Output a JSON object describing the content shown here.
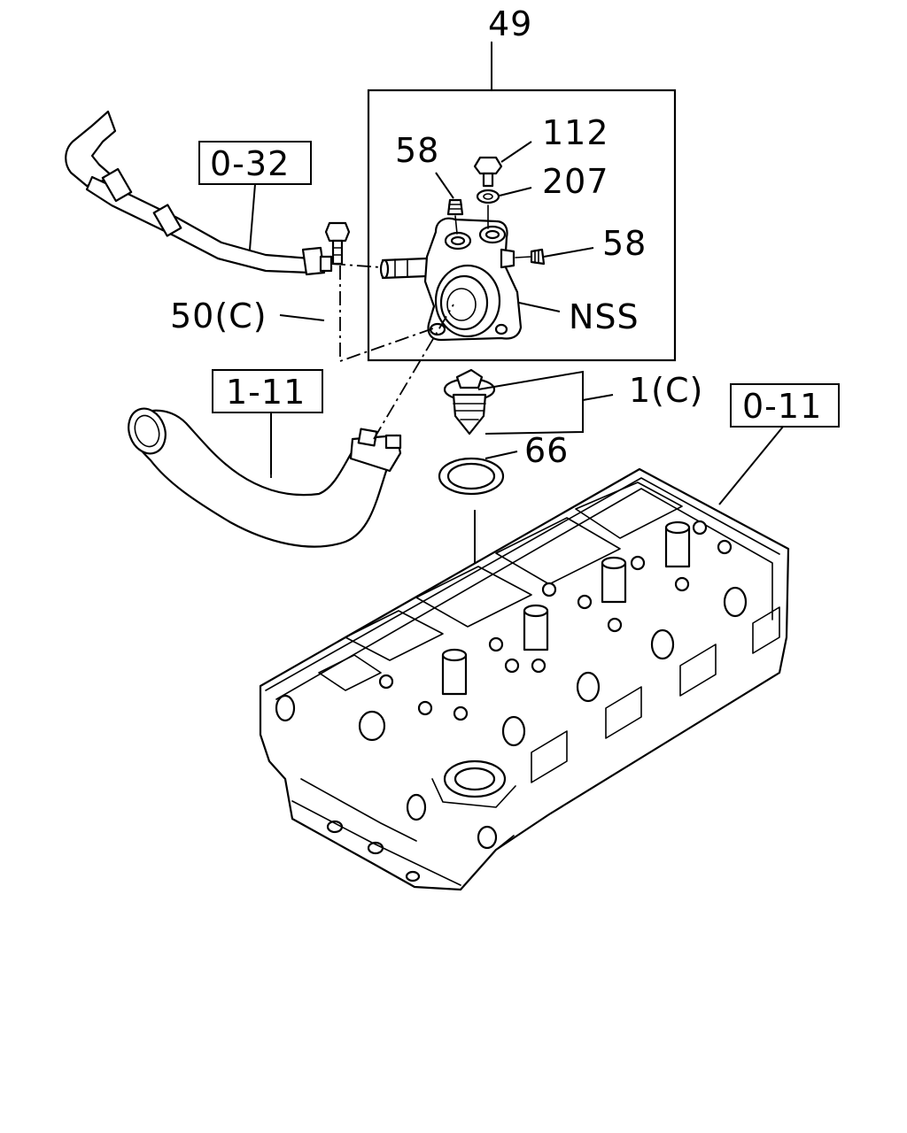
{
  "diagram": {
    "assembly_label": "49",
    "callouts": {
      "bolt_112": "112",
      "washer_207": "207",
      "plug_58_left": "58",
      "plug_58_right": "58",
      "housing_nss": "NSS",
      "bolt_50c": "50(C)",
      "thermostat_1c": "1(C)",
      "gasket_66": "66"
    },
    "reference_boxes": {
      "fuel_pipe_ref": "0-32",
      "hose_ref": "1-11",
      "cylinder_head_ref": "0-11"
    }
  }
}
